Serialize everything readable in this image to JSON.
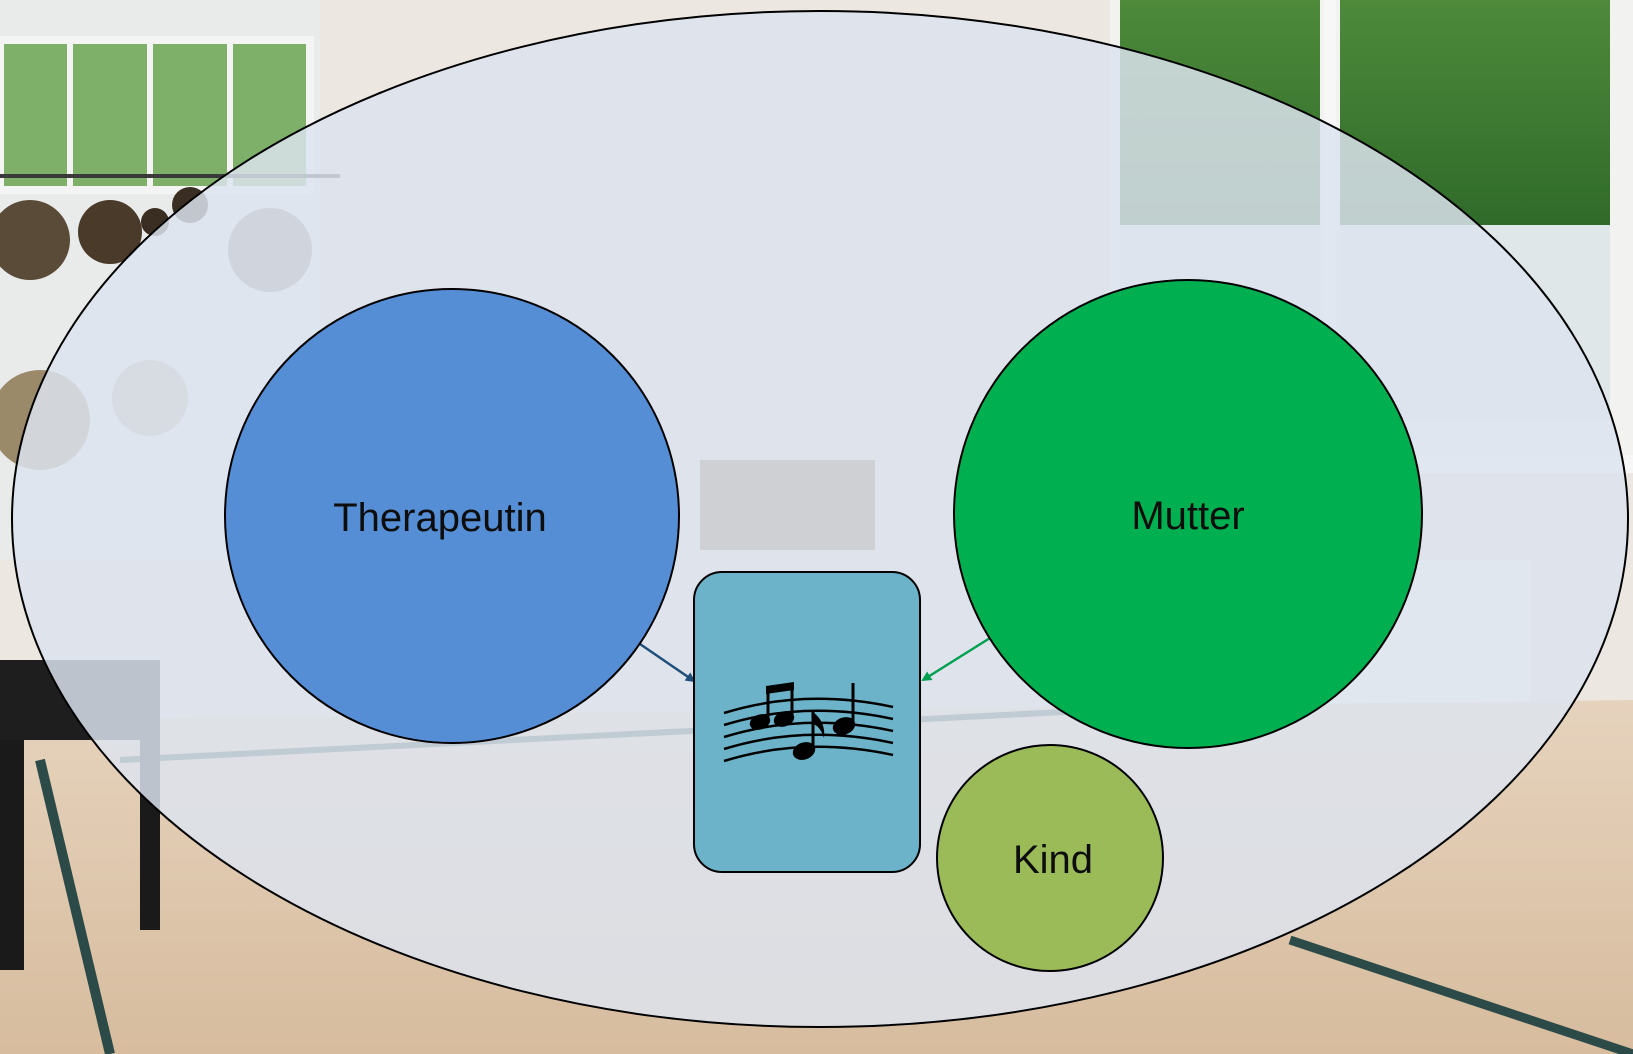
{
  "diagram": {
    "nodes": {
      "therapist": {
        "label": "Therapeutin",
        "color": "#558ed5"
      },
      "mother": {
        "label": "Mutter",
        "color": "#00b050"
      },
      "child": {
        "label": "Kind",
        "color": "#9bbb59"
      },
      "music": {
        "icon": "music-notes-icon",
        "color": "#6cb3c9"
      }
    },
    "edges": [
      {
        "from": "therapist",
        "to": "music",
        "color": "#1f4e79"
      },
      {
        "from": "mother",
        "to": "music",
        "color": "#00a050"
      }
    ],
    "background": {
      "icon": "therapy-room-photo",
      "overlay_color": "#dce3ee"
    }
  }
}
